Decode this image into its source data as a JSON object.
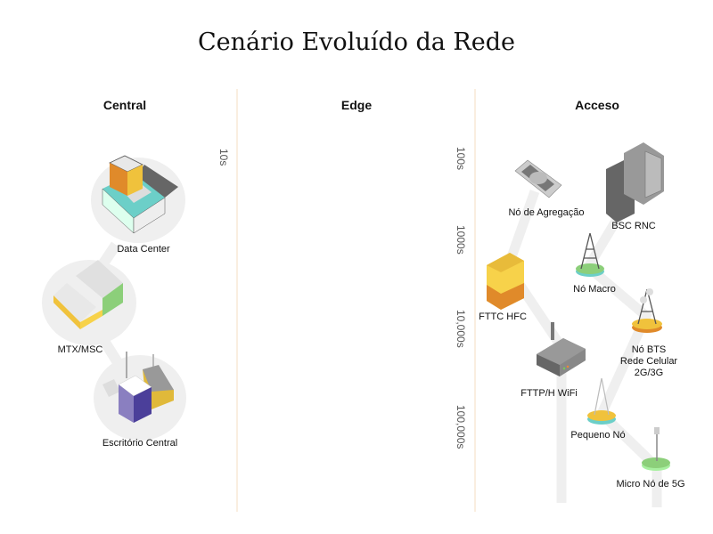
{
  "title": "Cenário Evoluído da Rede",
  "columns": {
    "central": "Central",
    "edge": "Edge",
    "acceso": "Acceso"
  },
  "scale": {
    "central": [
      "10s"
    ],
    "acceso": [
      "100s",
      "1000s",
      "10,000s",
      "100,000s"
    ]
  },
  "central_nodes": {
    "data_center": "Data Center",
    "mtx": "MTX/MSC",
    "escritorio": "Escritório Central"
  },
  "access_nodes": {
    "agregacao": "Nó de Agregação",
    "bsc": "BSC RNC",
    "macro": "Nó Macro",
    "fttc": "FTTC HFC",
    "bts1": "Nó BTS",
    "bts2": "Rede Celular",
    "bts3": "2G/3G",
    "ftth": "FTTP/H WiFi",
    "pequeno": "Pequeno Nó",
    "micro": "Micro Nó de 5G"
  },
  "colors": {
    "divider": "#f5dcc0",
    "path": "#efefef",
    "yellow": "#f0c23c",
    "orange": "#e08a2a",
    "teal": "#6ccfc8",
    "green": "#8ccf7a",
    "purple": "#4b3f9a"
  }
}
